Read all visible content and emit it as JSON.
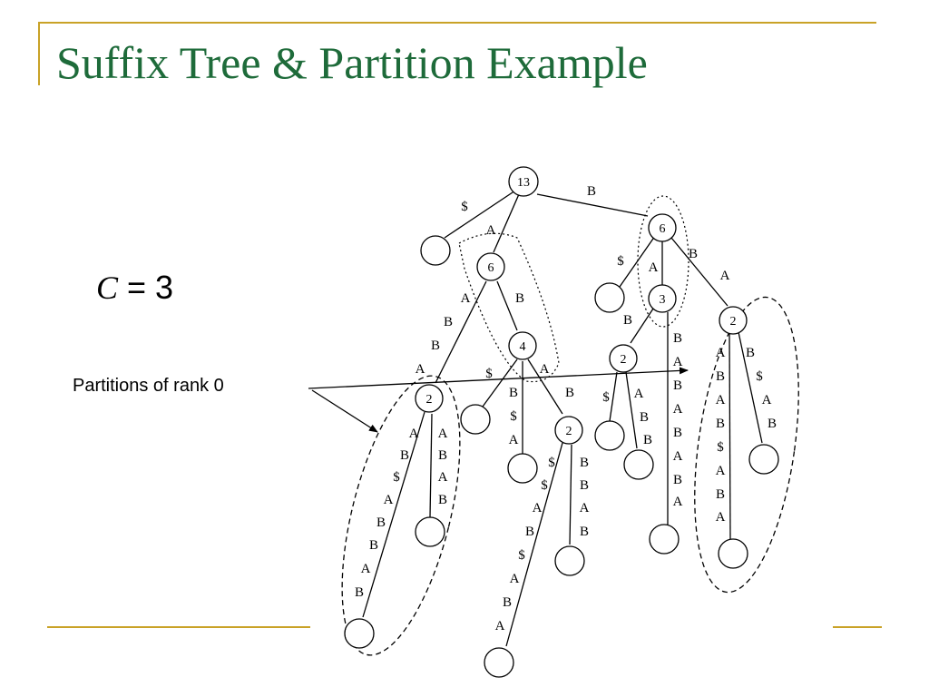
{
  "slide": {
    "title": "Suffix Tree & Partition Example",
    "formula": {
      "variable": "C",
      "operator": " = ",
      "value": "3"
    },
    "annotation": "Partitions of rank 0"
  },
  "colors": {
    "title": "#1e6b3a",
    "frame": "#c9a227",
    "ink": "#000000"
  },
  "tree": {
    "nodes": [
      "13",
      "6",
      "6",
      "3",
      "4",
      "2",
      "2",
      "2",
      "2"
    ],
    "edge_labels": [
      "$",
      "A",
      "B",
      "$",
      "A",
      "B",
      "A",
      "A",
      "B",
      "B",
      "B",
      "A",
      "B",
      "$",
      "A",
      "B",
      "A",
      "B",
      "A",
      "B",
      "A",
      "B",
      "A",
      "B",
      "$",
      "A",
      "B",
      "$",
      "A",
      "B",
      "B",
      "A",
      "B",
      "A",
      "B",
      "$",
      "A",
      "B",
      "A",
      "B",
      "$",
      "A",
      "B",
      "A",
      "B",
      "$",
      "A",
      "B",
      "B",
      "A",
      "B",
      "A",
      "B",
      "A",
      "B",
      "$",
      "$",
      "A",
      "B",
      "$",
      "A",
      "B",
      "A",
      "B",
      "B",
      "A",
      "B",
      "A",
      "B",
      "$",
      "B",
      "A",
      "B",
      "$"
    ]
  }
}
